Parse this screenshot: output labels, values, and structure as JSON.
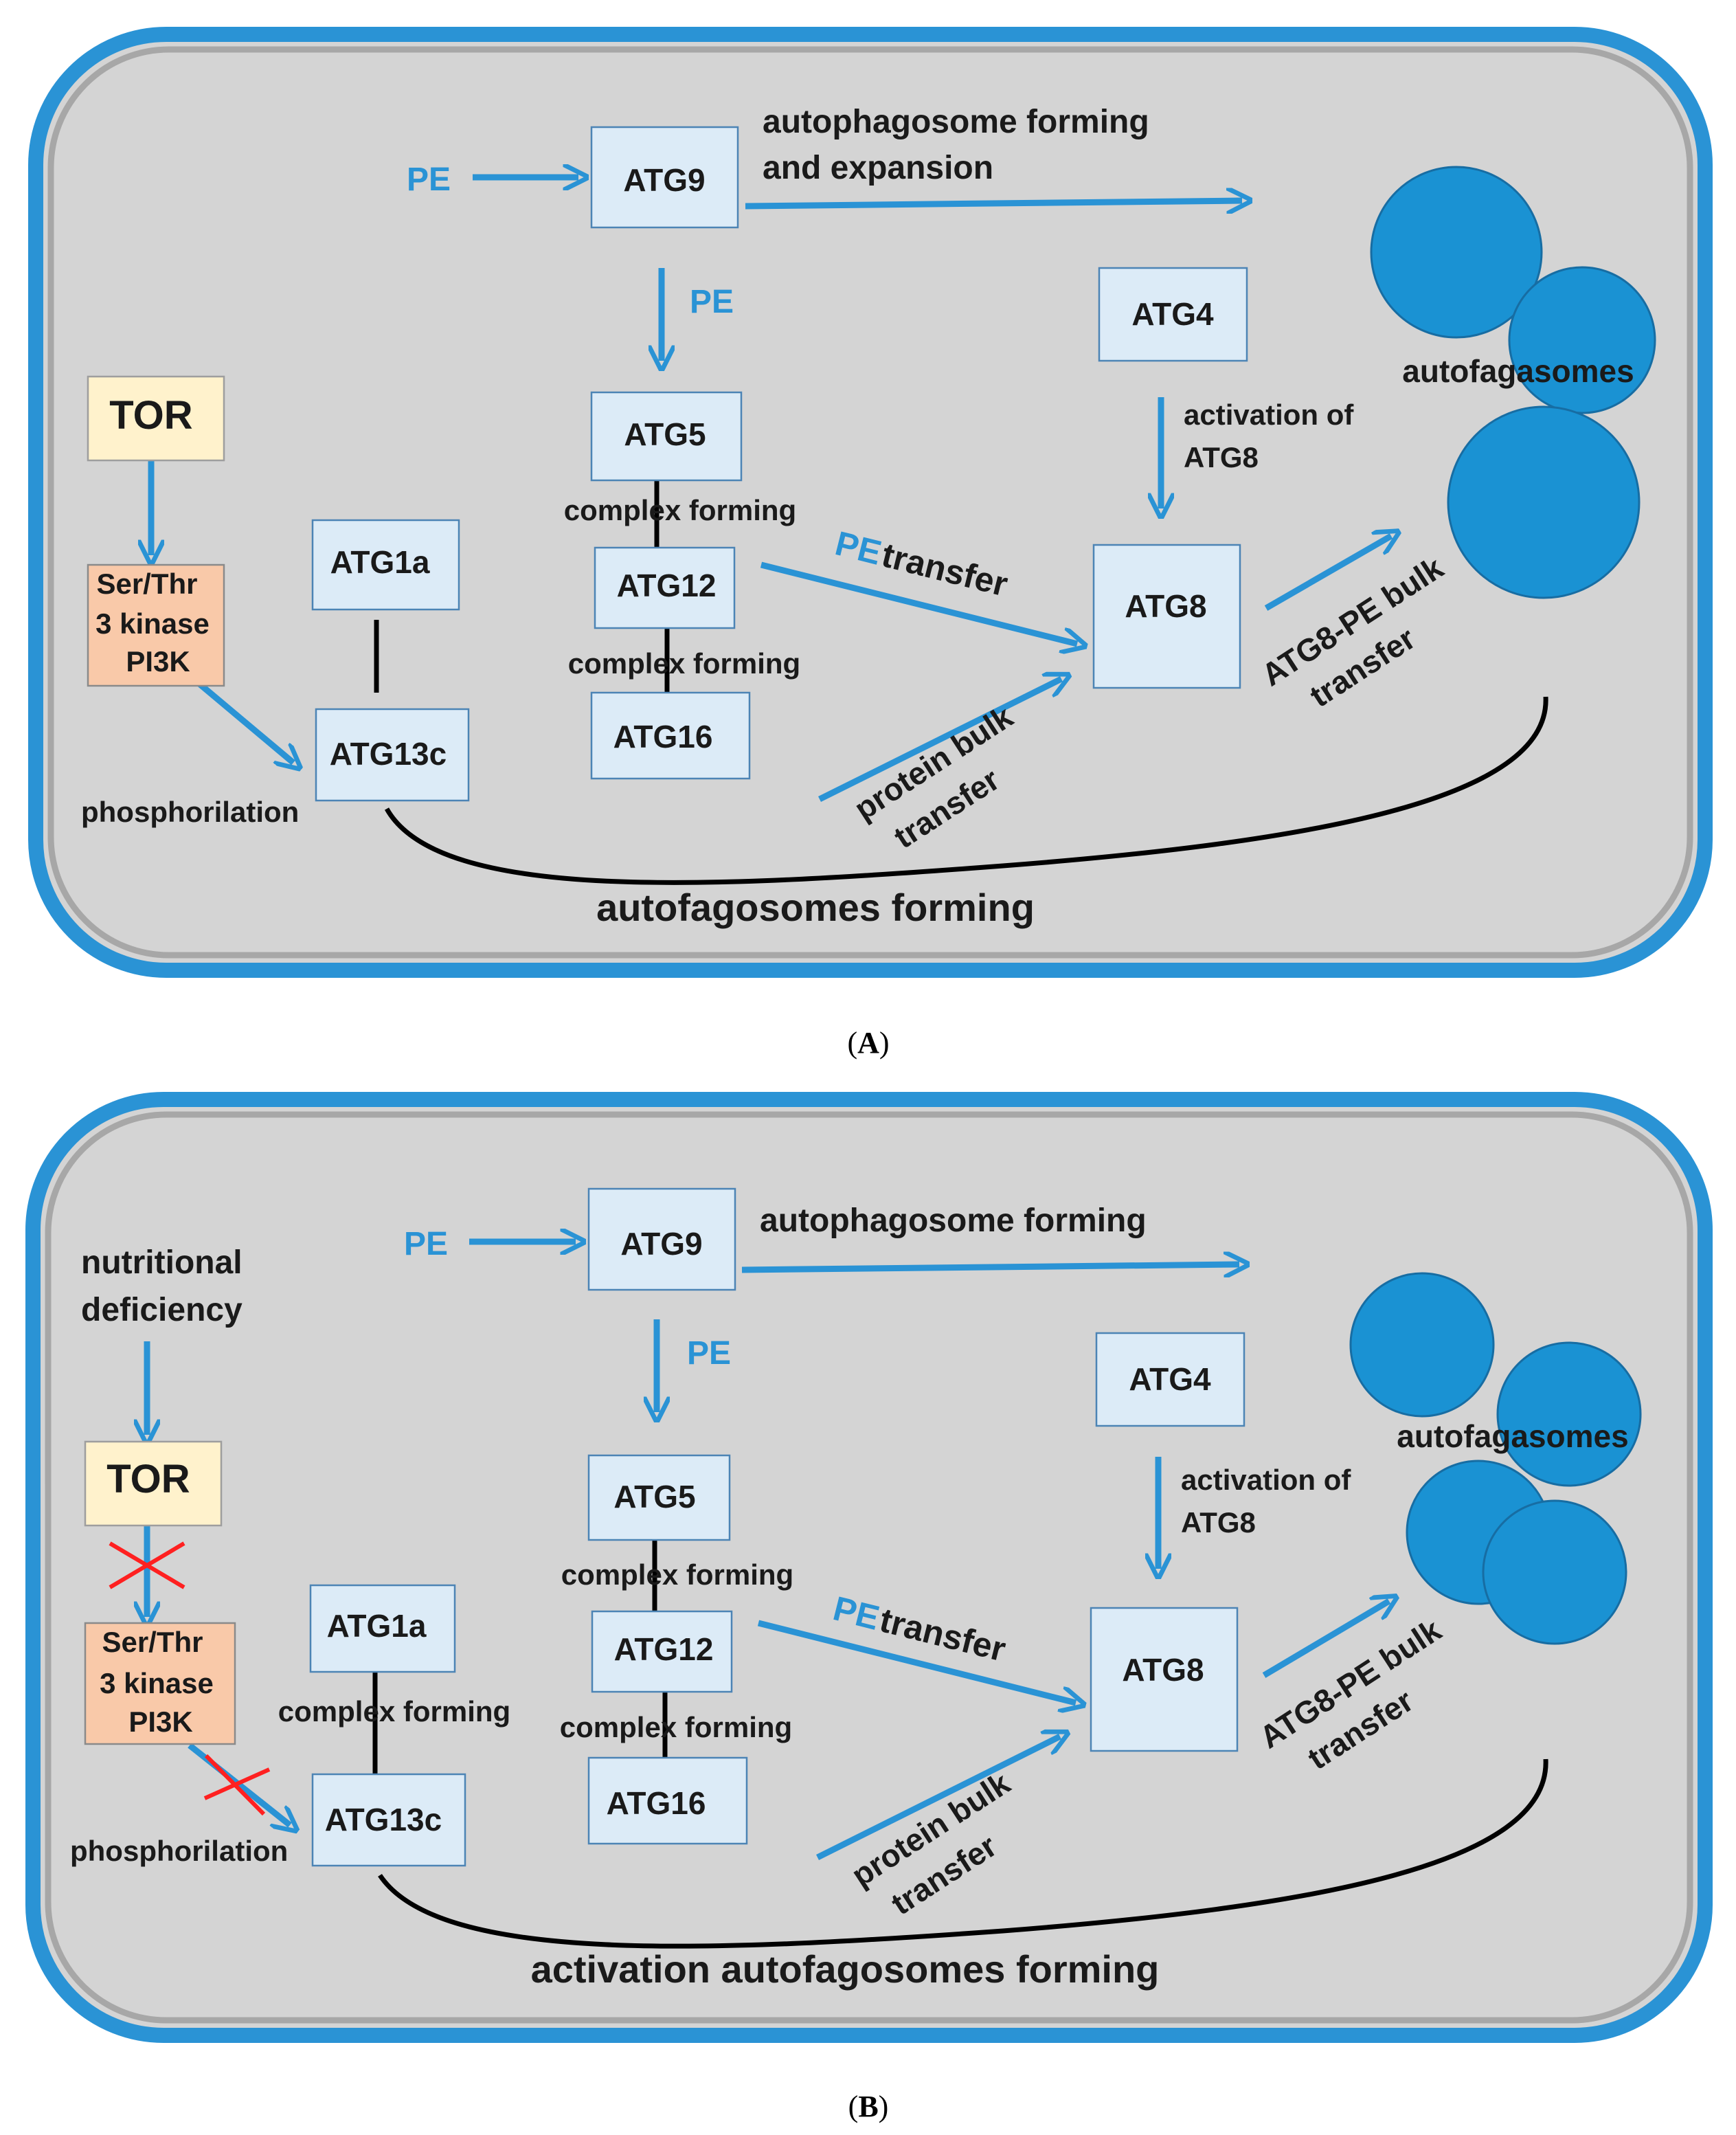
{
  "panel_a": {
    "caption": "A",
    "pe_label": "PE",
    "atg9": "ATG9",
    "autophagosome_forming_line1": "autophagosome forming",
    "autophagosome_forming_line2": "and expansion",
    "pe_down": "PE",
    "atg4": "ATG4",
    "autofagasomes": "autofagasomes",
    "tor": "TOR",
    "atg5": "ATG5",
    "activation_of_line1": "activation of",
    "activation_of_line2": "ATG8",
    "complex_forming_1": "complex forming",
    "atg1a": "ATG1a",
    "pi3k_line1": "Ser/Thr",
    "pi3k_line2": "3 kinase",
    "pi3k_line3": "PI3K",
    "atg12": "ATG12",
    "pe_transfer_pe": "PE",
    "pe_transfer_word": "transfer",
    "atg8": "ATG8",
    "complex_forming_2": "complex forming",
    "atg8pe_line1": "ATG8-PE bulk",
    "atg8pe_line2": "transfer",
    "atg13c": "ATG13c",
    "atg16": "ATG16",
    "protein_bulk_line1": "protein bulk",
    "protein_bulk_line2": "transfer",
    "phosphorilation": "phosphorilation",
    "bottom_label": "autofagosomes forming"
  },
  "panel_b": {
    "caption": "B",
    "pe_label": "PE",
    "atg9": "ATG9",
    "autophagosome_forming": "autophagosome forming",
    "nutritional_line1": "nutritional",
    "nutritional_line2": "deficiency",
    "pe_down": "PE",
    "atg4": "ATG4",
    "autofagasomes": "autofagasomes",
    "tor": "TOR",
    "atg5": "ATG5",
    "activation_of_line1": "activation of",
    "activation_of_line2": "ATG8",
    "complex_forming_1": "complex forming",
    "atg1a": "ATG1a",
    "pi3k_line1": "Ser/Thr",
    "pi3k_line2": "3 kinase",
    "pi3k_line3": "PI3K",
    "atg12": "ATG12",
    "pe_transfer_pe": "PE",
    "pe_transfer_word": "transfer",
    "atg8": "ATG8",
    "complex_forming_atg1a": "complex forming",
    "complex_forming_2": "complex forming",
    "atg8pe_line1": "ATG8-PE bulk",
    "atg8pe_line2": "transfer",
    "atg13c": "ATG13c",
    "atg16": "ATG16",
    "protein_bulk_line1": "protein bulk",
    "protein_bulk_line2": "transfer",
    "phosphorilation": "phosphorilation",
    "bottom_label": "activation autofagosomes forming"
  },
  "colors": {
    "membrane": "#2a93d5",
    "cytoplasm": "#d4d4d4",
    "protein_box": "#dcebf7",
    "tor_box": "#fff2cc",
    "pi3k_box": "#f9c9a9",
    "autophagosome": "#1a92d3",
    "inhibition_cross": "#ff2020"
  }
}
